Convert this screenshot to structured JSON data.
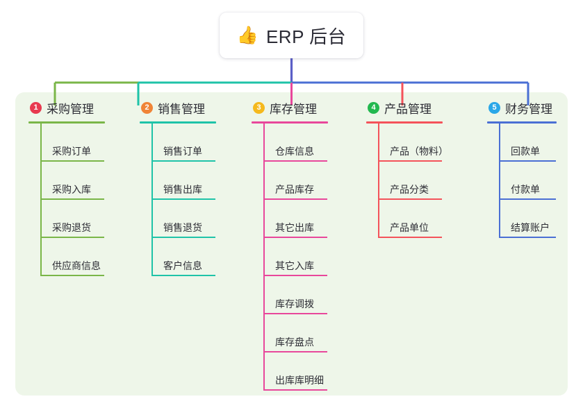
{
  "diagram": {
    "type": "mind-map",
    "root": {
      "icon": "thumbs-up-emoji",
      "icon_glyph": "👍",
      "title": "ERP 后台"
    },
    "branches": [
      {
        "index": "1",
        "title": "采购管理",
        "badge_color": "#e8394f",
        "line_color": "#7ab648",
        "items": [
          "采购订单",
          "采购入库",
          "采购退货",
          "供应商信息"
        ]
      },
      {
        "index": "2",
        "title": "销售管理",
        "badge_color": "#f08437",
        "line_color": "#1fc3a8",
        "items": [
          "销售订单",
          "销售出库",
          "销售退货",
          "客户信息"
        ]
      },
      {
        "index": "3",
        "title": "库存管理",
        "badge_color": "#f5b91d",
        "line_color": "#e8479b",
        "items": [
          "仓库信息",
          "产品库存",
          "其它出库",
          "其它入库",
          "库存调拨",
          "库存盘点",
          "出库库明细"
        ]
      },
      {
        "index": "4",
        "title": "产品管理",
        "badge_color": "#23b84f",
        "line_color": "#f4525a",
        "items": [
          "产品（物料）",
          "产品分类",
          "产品单位"
        ]
      },
      {
        "index": "5",
        "title": "财务管理",
        "badge_color": "#2aa7e8",
        "line_color": "#4a6fd4",
        "items": [
          "回款单",
          "付款单",
          "结算账户"
        ]
      }
    ],
    "colors": {
      "panel_background": "#eef6e9",
      "page_background": "#ffffff",
      "root_stem": "#5b5fc7",
      "bus_left": "#7ab648",
      "bus_mid": "#1fc3a8",
      "bus_right": "#4a6fd4",
      "text": "#2d2d35"
    }
  }
}
